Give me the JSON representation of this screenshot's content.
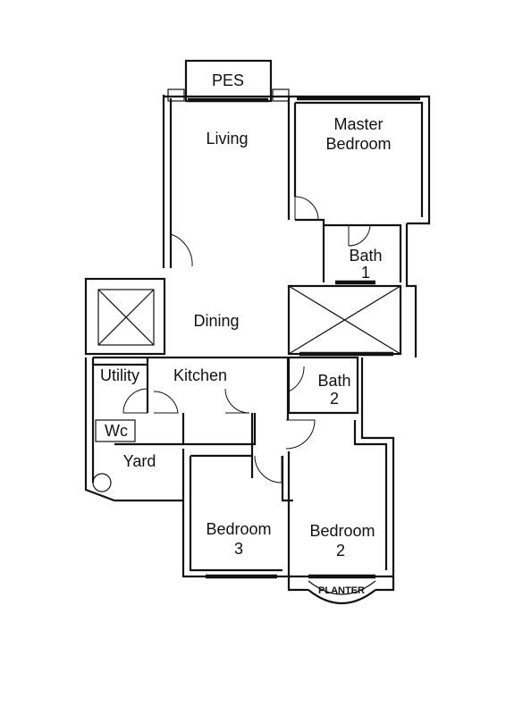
{
  "rooms": {
    "pes": "PES",
    "living": "Living",
    "master_bedroom_line1": "Master",
    "master_bedroom_line2": "Bedroom",
    "bath1_line1": "Bath",
    "bath1_line2": "1",
    "dining": "Dining",
    "utility": "Utility",
    "kitchen": "Kitchen",
    "bath2_line1": "Bath",
    "bath2_line2": "2",
    "wc": "Wc",
    "yard": "Yard",
    "bedroom3_line1": "Bedroom",
    "bedroom3_line2": "3",
    "bedroom2_line1": "Bedroom",
    "bedroom2_line2": "2",
    "planter": "PLANTER"
  }
}
